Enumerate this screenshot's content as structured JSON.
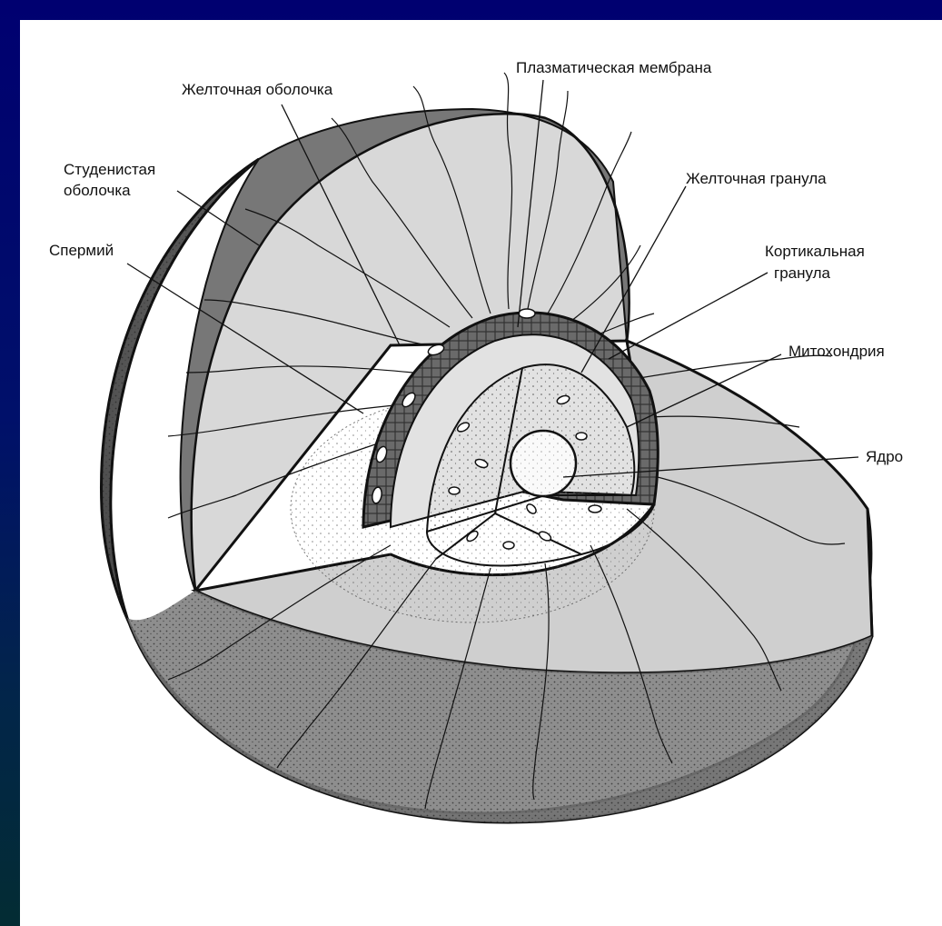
{
  "labels": {
    "plasma_membrane": "Плазматическая мембрана",
    "vitelline_envelope": "Желточная оболочка",
    "jelly_coat_1": "Студенистая",
    "jelly_coat_2": "оболочка",
    "yolk_granule": "Желточная гранула",
    "sperm": "Спермий",
    "cortical_granule_1": "Кортикальная",
    "cortical_granule_2": "гранула",
    "mitochondrion": "Митохондрия",
    "nucleus": "Ядро"
  }
}
